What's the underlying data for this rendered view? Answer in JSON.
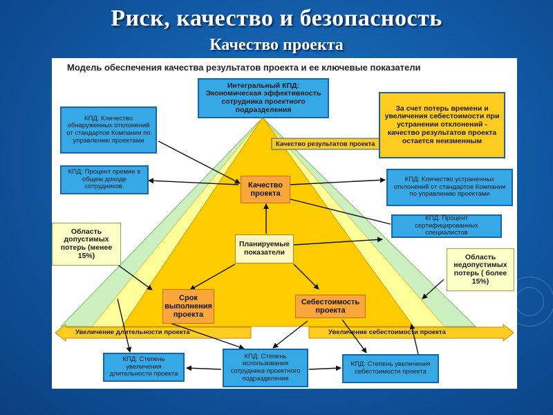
{
  "slide": {
    "title": "Риск, качество и безопасность",
    "subtitle": "Качество проекта"
  },
  "diagram": {
    "heading": "Модель обеспечения качества результатов проекта и ее ключевые показатели",
    "top_box": "Интегральный КПД: Экономическая эффективность сотрудника проектного подразделения",
    "note_box": "За счет потерь времени и увеличения себестоимости при устранении отклонений - качество результатов проекта остается неизменным",
    "left_kpd_1": "КПД: Кличество обнаруженных отклонений от стандартов Компании по управлению проектами",
    "left_kpd_2": "КПД: Процент премии в общем доходе сотрудников.",
    "right_kpd_1": "КПД: Кличество устраненных отклонений от стандартов Компании по управлению проектами",
    "right_kpd_2": "КПД: Процент сертифицированных специалистов",
    "acceptable_zone": "Область допустимых потерь (менее 15%)",
    "unacceptable_zone": "Область недопустимых потерь ( более 15%)",
    "quality_node": "Качество проекта",
    "planned_node": "Планируемые показатели",
    "duration_node": "Срок выполнения проекта",
    "cost_node": "Себестоимость проекта",
    "quality_arrow_label": "Качество результатов проекта",
    "duration_arrow_label": "Увеличение длительности проекта",
    "cost_arrow_label": "Увеличение себестоимости проекта",
    "bottom_kpd_left": "КПД: Степень увеличения длительности проекта",
    "bottom_kpd_center": "КПД: Степень использования сотрудника проектного подразделения",
    "bottom_kpd_right": "КПД: Степень увеличения себестоимости проекта"
  },
  "colors": {
    "background": "#125ca8",
    "pyramid_core": "#ffcc00",
    "band_inner": "#ffff99",
    "band_outer": "#ccf0c0",
    "kpd_box": "#36a8e6",
    "node_box": "#f9a63a"
  }
}
